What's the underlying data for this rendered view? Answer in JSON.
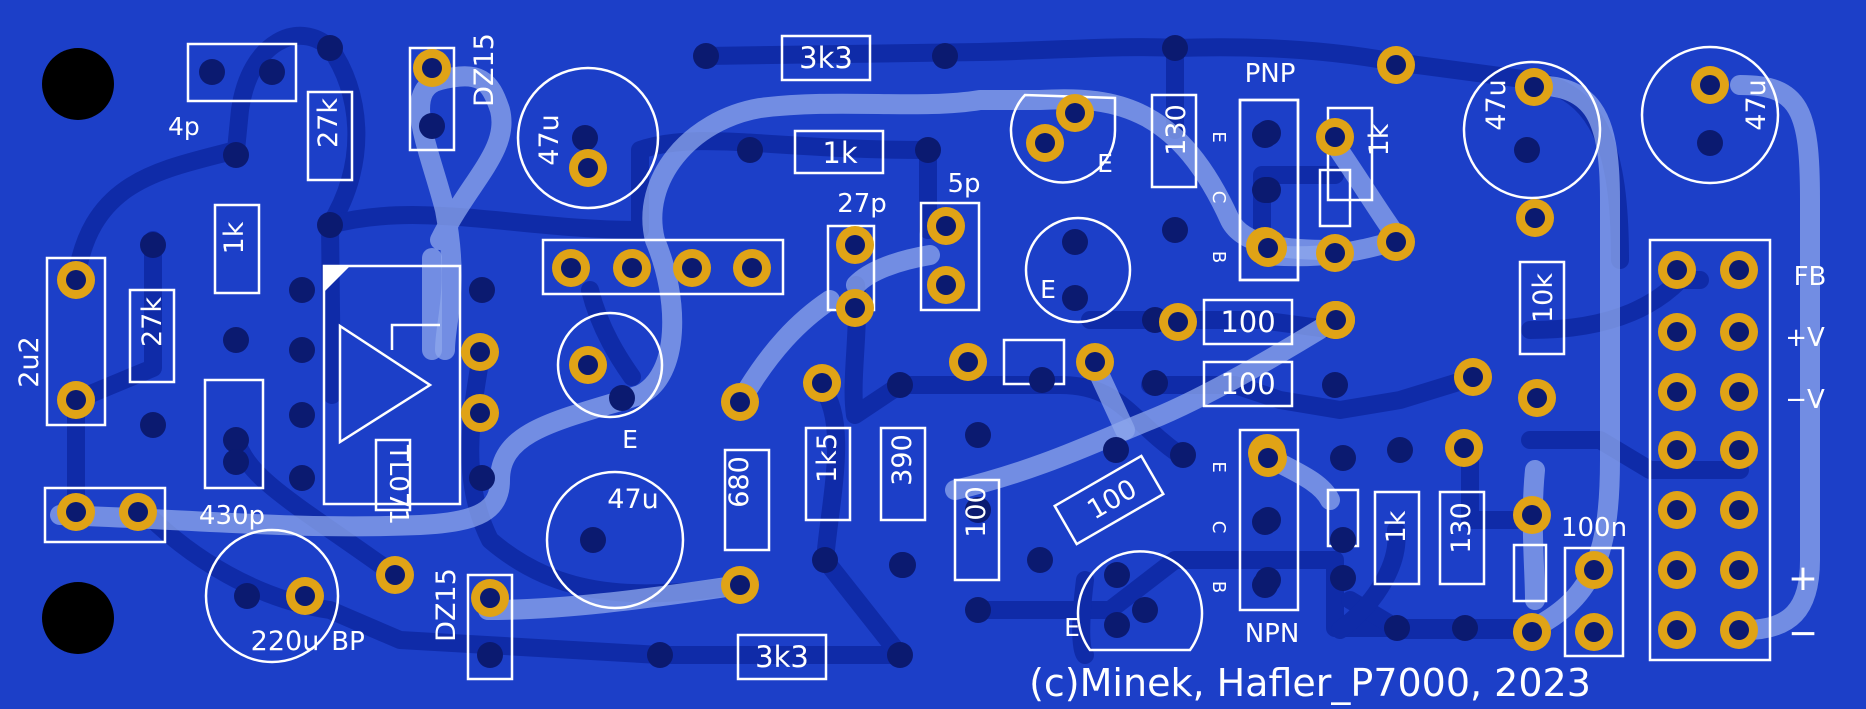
{
  "board": {
    "copyright": "(c)Minek, Hafler_P7000, 2023",
    "colors": {
      "board": "#1c3fc8",
      "pad": "#e0a316",
      "silk": "#ffffff",
      "trace_dark": "#0f2ba8",
      "trace_light": "#8fa8ec",
      "via": "#0b1a70"
    }
  },
  "labels": {
    "c4p": "4p",
    "r27k_top": "27k",
    "dz15_top": "DZ15",
    "c47u_a": "47u",
    "r3k3_top": "3k3",
    "r1k_mid": "1k",
    "r130_top": "130",
    "pnp": "PNP",
    "r1k_right": "1k",
    "c47u_b": "47u",
    "c47u_c": "47u",
    "r1k_left": "1k",
    "c27p": "27p",
    "c5p": "5p",
    "c2u2": "2u2",
    "r27k_left": "27k",
    "c430p": "430p",
    "r680": "680",
    "r1k5": "1k5",
    "r390": "390",
    "r100_v": "100",
    "r100_diag": "100",
    "r100_h1": "100",
    "r100_h2": "100",
    "r10k": "10k",
    "c100n": "100n",
    "c47u_d": "47u",
    "c220u": "220u",
    "bp": "BP",
    "dz15_bottom": "DZ15",
    "r3k3_bottom": "3k3",
    "npn": "NPN",
    "r1k_npn": "1k",
    "r130_npn": "130",
    "opamp_ref": "TL071",
    "pin_e": "E",
    "pin_c": "C",
    "pin_b": "B",
    "fb": "FB",
    "plus_v": "+V",
    "minus_v": "−V",
    "plus": "+",
    "minus": "−"
  }
}
